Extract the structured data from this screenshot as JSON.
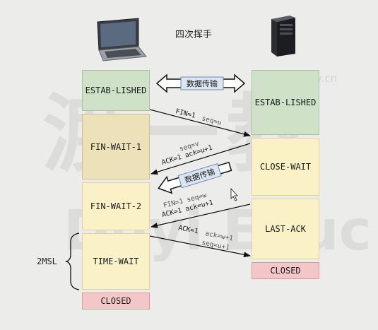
{
  "title": "四次挥手",
  "watermark": {
    "line1": "渡一教",
    "line2": "Duyi Educ",
    "url": "标准：lcaiiv.cn"
  },
  "icons": {
    "client": "laptop-icon",
    "server": "server-tower-icon"
  },
  "client_states": [
    "ESTAB-LISHED",
    "FIN-WAIT-1",
    "FIN-WAIT-2",
    "TIME-WAIT",
    "CLOSED"
  ],
  "server_states": [
    "ESTAB-LISHED",
    "CLOSE-WAIT",
    "LAST-ACK",
    "CLOSED"
  ],
  "data_transfer_label": "数据传输",
  "messages": {
    "fin1_a": "FIN=1",
    "fin1_b": "seq=u",
    "ack1_a": "seq=v",
    "ack1_b": "ACK=1 ack=u+1",
    "fin2_a": "FIN=1 seq=w",
    "fin2_b": "ACK=1 ack=u+1",
    "ack2_a": "ACK=1",
    "ack2_b": "ack=w+1",
    "ack2_c": "seq=u+1"
  },
  "timer_label": "2MSL",
  "colors": {
    "established": "#cfe1c7",
    "wait1": "#ece1b9",
    "wait": "#fbf1c6",
    "closed": "#f3c7c7"
  }
}
